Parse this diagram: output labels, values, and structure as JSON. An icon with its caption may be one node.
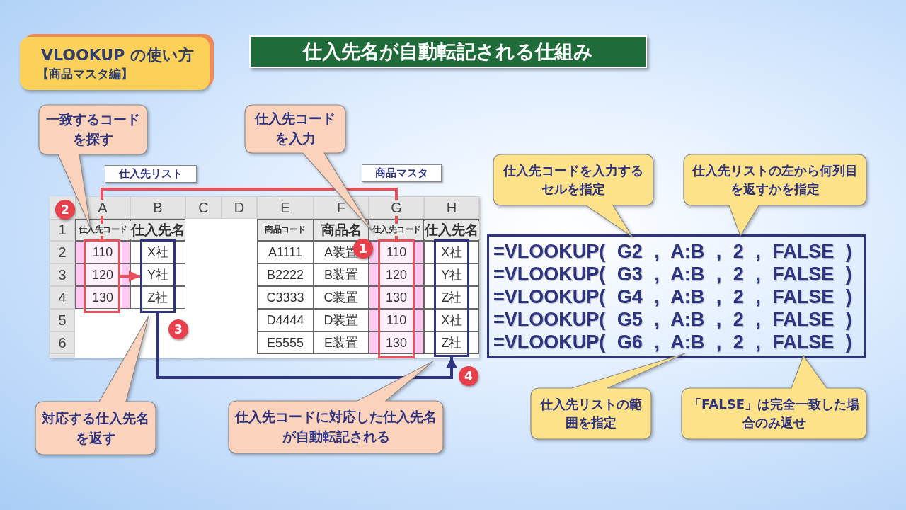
{
  "diagram": {
    "title": "仕入先名が自動転記される仕組み",
    "nodes": [
      {
        "text": [
          "VLOOKUP の使い方",
          "【商品マスタ編】"
        ]
      },
      {
        "text": [
          "一致するコードを探す"
        ]
      },
      {
        "text": [
          "仕入先コードを入力"
        ]
      },
      {
        "text": [
          "仕入先リスト"
        ]
      },
      {
        "text": [
          "商品マスタ"
        ]
      },
      {
        "text": [
          "仕入先コードを入力するセルを指定"
        ]
      },
      {
        "text": [
          "仕入先リストの左から何列目を返すかを指定"
        ]
      },
      {
        "text": [
          "2"
        ]
      },
      {
        "text": [],
        "shape": "box"
      },
      {
        "text": [],
        "shape": "box"
      },
      {
        "text": [
          "1"
        ]
      },
      {
        "text": [],
        "shape": "box"
      },
      {
        "text": [],
        "shape": "box"
      },
      {
        "text": [
          "=VLOOKUP( G2 , A:B , 2 , FALSE )",
          "=VLOOKUP( G3 , A:B , 2 , FALSE )",
          "=VLOOKUP( G4 , A:B , 2 , FALSE )",
          "=VLOOKUP( G5 , A:B , 2 , FALSE )",
          "=VLOOKUP( G6 , A:B , 2 , FALSE )"
        ]
      },
      {
        "text": [
          "3"
        ]
      },
      {
        "text": [
          "4"
        ]
      },
      {
        "text": [
          "対応する仕入先名を返す"
        ]
      },
      {
        "text": [
          "仕入先コードに対応した仕入先名が自動転記される"
        ]
      },
      {
        "text": [
          "仕入先リストの範囲を指定"
        ]
      },
      {
        "text": [
          "「FALSE」は完全一致した場合のみ返せ"
        ]
      }
    ],
    "edges": [
      {
        "from": 11,
        "to": 8,
        "arrow": "to"
      },
      {
        "from": 8,
        "to": 9,
        "arrow": "to"
      },
      {
        "from": 9,
        "to": 12,
        "arrow": "to",
        "color": "#2e3480"
      }
    ],
    "labels": [
      "A",
      "B",
      "C",
      "D",
      "E",
      "F",
      "G",
      "H",
      "1",
      "仕入先コード",
      "仕入先名",
      "商品コード",
      "商品名",
      "仕入先コード",
      "仕入先名",
      "2",
      "110",
      "X社",
      "A1111",
      "A装置",
      "110",
      "X社",
      "3",
      "120",
      "Y社",
      "B2222",
      "B装置",
      "120",
      "Y社",
      "4",
      "130",
      "Z社",
      "C3333",
      "C装置",
      "130",
      "Z社",
      "5",
      "D4444",
      "D装置",
      "110",
      "X社",
      "6",
      "E5555",
      "E装置",
      "130",
      "Z社"
    ]
  }
}
